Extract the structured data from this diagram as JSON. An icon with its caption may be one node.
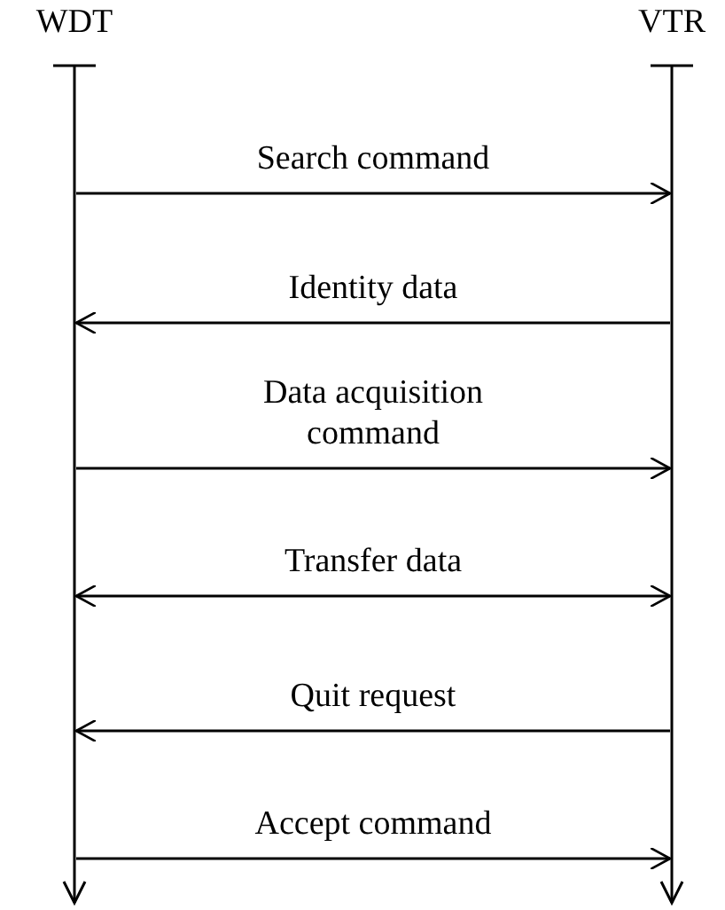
{
  "diagram": {
    "nodes": [
      {
        "text": [
          "WDT"
        ]
      },
      {
        "text": [
          "VTR"
        ]
      }
    ],
    "edges": [
      {
        "from": 0,
        "to": 1,
        "arrow": "to",
        "label": "Search command"
      },
      {
        "from": 1,
        "to": 0,
        "arrow": "to",
        "label": "Identity data"
      },
      {
        "from": 0,
        "to": 1,
        "arrow": "to",
        "label": "Data acquisition command"
      },
      {
        "from": 0,
        "to": 1,
        "arrow": "both",
        "label": "Transfer data"
      },
      {
        "from": 1,
        "to": 0,
        "arrow": "to",
        "label": "Quit request"
      },
      {
        "from": 0,
        "to": 1,
        "arrow": "to",
        "label": "Accept command"
      }
    ]
  }
}
